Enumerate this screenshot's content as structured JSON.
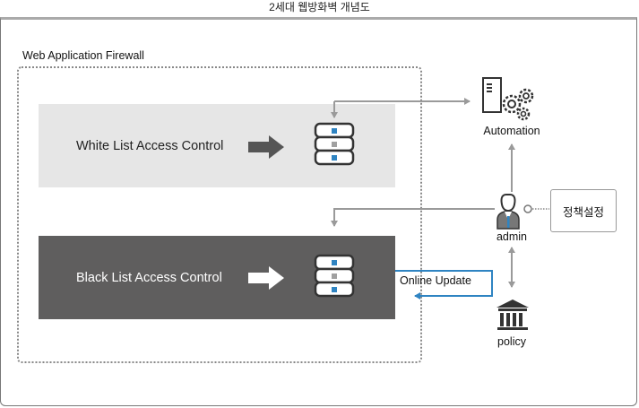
{
  "title": "2세대 웹방화벽 개념도",
  "waf": {
    "label": "Web Application Firewall",
    "white_list": {
      "label": "White List Access Control"
    },
    "black_list": {
      "label": "Black List Access Control"
    }
  },
  "nodes": {
    "automation": {
      "label": "Automation",
      "icon": "server-gears-icon"
    },
    "admin": {
      "label": "admin",
      "icon": "admin-user-icon"
    },
    "policy": {
      "label": "policy",
      "icon": "building-columns-icon"
    },
    "policy_setting": {
      "label": "정책설정"
    }
  },
  "connectors": {
    "online_update": {
      "label": "Online Update"
    }
  },
  "colors": {
    "accent_blue": "#2f84c2",
    "server_gray_led": "#a0a0a0",
    "black_panel": "#5f5e5e",
    "white_panel": "#e6e6e6",
    "connector_gray": "#9a9a9a"
  }
}
